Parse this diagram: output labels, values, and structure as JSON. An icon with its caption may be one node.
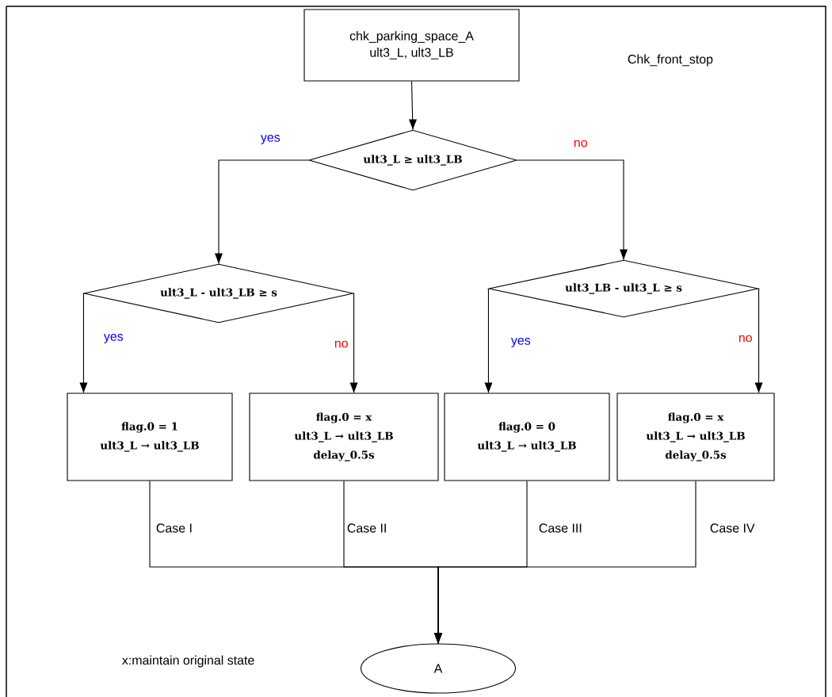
{
  "diagram": {
    "nodes": [
      {
        "text": [
          "chk_parking_space_A",
          "ult3_L, ult3_LB"
        ]
      },
      {
        "text": [
          "ult3_L ≥ ult3_LB"
        ]
      },
      {
        "text": [
          "ult3_L - ult3_LB ≥ s"
        ]
      },
      {
        "text": [
          "ult3_LB - ult3_L ≥ s"
        ]
      },
      {
        "text": [
          "flag.0 = 1",
          "ult3_L → ult3_LB"
        ]
      },
      {
        "text": [
          "flag.0 = x",
          "ult3_L → ult3_LB",
          "delay_0.5s"
        ]
      },
      {
        "text": [
          "flag.0 = 0",
          "ult3_L → ult3_LB"
        ]
      },
      {
        "text": [
          "flag.0 = x",
          "ult3_L → ult3_LB",
          "delay_0.5s"
        ]
      },
      {
        "text": [
          "A"
        ]
      }
    ],
    "edges": [
      {
        "from": 0,
        "to": 1,
        "arrow": "to"
      },
      {
        "from": 1,
        "to": 2,
        "arrow": "to",
        "label": "yes"
      },
      {
        "from": 1,
        "to": 3,
        "arrow": "to",
        "label": "no"
      },
      {
        "from": 2,
        "to": 4,
        "arrow": "to",
        "label": "yes"
      },
      {
        "from": 2,
        "to": 5,
        "arrow": "to",
        "label": "no"
      },
      {
        "from": 3,
        "to": 6,
        "arrow": "to",
        "label": "yes"
      },
      {
        "from": 3,
        "to": 7,
        "arrow": "to",
        "label": "no"
      },
      {
        "from": 4,
        "to": 8,
        "arrow": "to",
        "label": "Case I"
      },
      {
        "from": 5,
        "to": 8,
        "arrow": "to",
        "label": "Case II"
      },
      {
        "from": 6,
        "to": 8,
        "arrow": "to",
        "label": "Case III"
      },
      {
        "from": 7,
        "to": 8,
        "arrow": "to",
        "label": "Case IV"
      }
    ],
    "labels": [
      "Chk_front_stop",
      "x:maintain original state"
    ]
  }
}
